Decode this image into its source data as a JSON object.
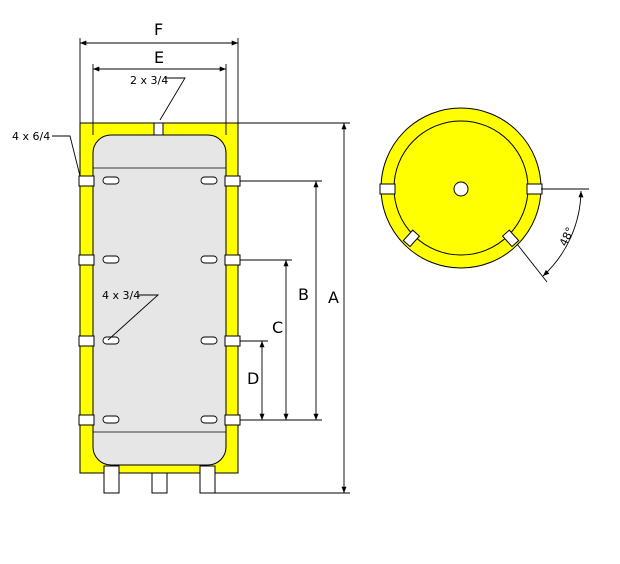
{
  "colors": {
    "insulation": "#FFFF00",
    "tank": "#E6E6E6",
    "outline": "#000000",
    "pipe": "#FFFFFF",
    "background": "#FFFFFF"
  },
  "dimensions": {
    "A": "A",
    "B": "B",
    "C": "C",
    "D": "D",
    "E": "E",
    "F": "F"
  },
  "notes": {
    "top_connection": "2 x 3/4",
    "side_connections": "4 x 6/4",
    "sensor_sleeves": "4 x 3/4"
  },
  "top_view": {
    "angle": "48°"
  }
}
